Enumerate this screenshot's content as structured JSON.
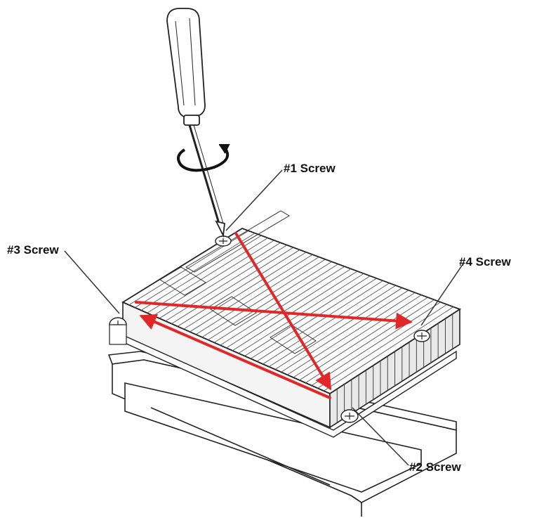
{
  "labels": {
    "screw1": "#1 Screw",
    "screw2": "#2 Screw",
    "screw3": "#3 Screw",
    "screw4": "#4 Screw"
  },
  "colors": {
    "arrow": "#e02828",
    "ink": "#222222",
    "background": "#ffffff"
  },
  "icons": {
    "tool": "screwdriver-icon",
    "rotation": "rotation-arrow-icon"
  }
}
